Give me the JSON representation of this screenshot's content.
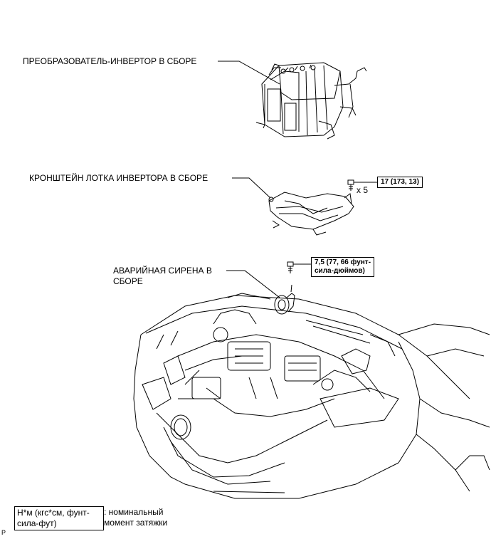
{
  "labels": {
    "inverter": "ПРЕОБРАЗОВАТЕЛЬ-ИНВЕРТОР В СБОРЕ",
    "bracket": "КРОНШТЕЙН ЛОТКА ИНВЕРТОРА В СБОРЕ",
    "siren_line1": "АВАРИЙНАЯ СИРЕНА В",
    "siren_line2": "СБОРЕ"
  },
  "fasteners": {
    "bracket_bolt_count": "x 5",
    "bracket_torque": "17 (173, 13)",
    "siren_torque_line1": "7,5 (77, 66 фунт-",
    "siren_torque_line2": "сила-дюймов)"
  },
  "legend": {
    "unit_line1": "Н*м (кгс*см, фунт-",
    "unit_line2": "сила-фут)",
    "desc_line1": ": номинальный",
    "desc_line2": "момент затяжки"
  },
  "corner_mark": "P"
}
